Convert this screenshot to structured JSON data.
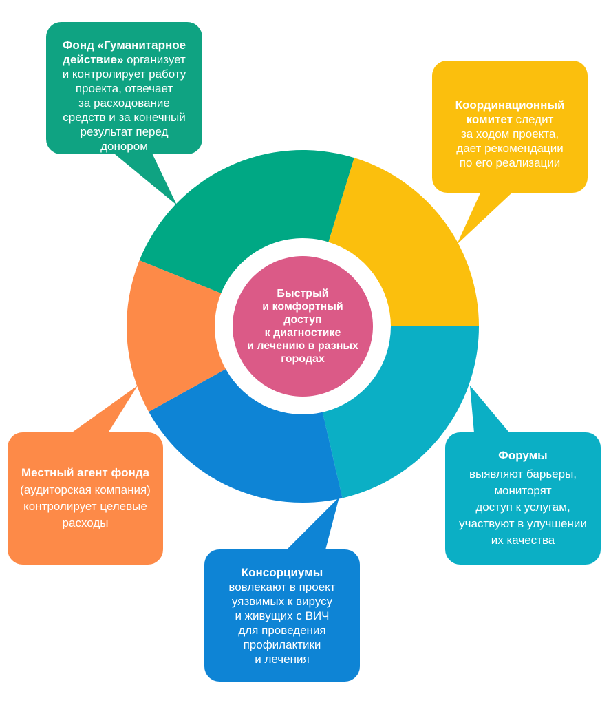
{
  "center": {
    "text": "Быстрый\nи комфортный\nдоступ\nк диагностике\nи лечению в разных\nгородах",
    "color": "#DB5A87"
  },
  "segments": [
    {
      "id": "green",
      "color": "#00A884"
    },
    {
      "id": "yellow",
      "color": "#FBBF0D"
    },
    {
      "id": "teal",
      "color": "#0BAFC5"
    },
    {
      "id": "blue",
      "color": "#0E84D5"
    },
    {
      "id": "orange",
      "color": "#FD8A48"
    }
  ],
  "callouts": [
    {
      "id": "fund",
      "color": "#0FA382",
      "text_color": "#ffffff",
      "title": "Фонд «Гуманитарное\nдействие»",
      "lead": " организует",
      "body": "и контролирует работу\nпроекта, отвечает\nза расходование\nсредств и за конечный\nрезультат перед\nдонором"
    },
    {
      "id": "committee",
      "color": "#FBBF0D",
      "text_color": "#ffffff",
      "title": "Координационный\nкомитет",
      "lead": " следит",
      "body": "за ходом проекта,\nдает рекомендации\nпо его реализации"
    },
    {
      "id": "forums",
      "color": "#0BAFC5",
      "text_color": "#ffffff",
      "title": "Форумы",
      "lead": "",
      "body": "выявляют барьеры,\nмониторят\nдоступ к услугам,\nучаствуют в улучшении\nих качества"
    },
    {
      "id": "consortia",
      "color": "#0E84D5",
      "text_color": "#ffffff",
      "title": "Консорциумы",
      "lead": "",
      "body": "вовлекают в проект\nуязвимых к вирусу\nи живущих с ВИЧ\nдля проведения\nпрофилактики\nи лечения"
    },
    {
      "id": "agent",
      "color": "#FD8A48",
      "text_color": "#ffffff",
      "title": "Местный агент фонда",
      "lead": "",
      "body": "(аудиторская компания)\nконтролирует целевые\nрасходы"
    }
  ]
}
